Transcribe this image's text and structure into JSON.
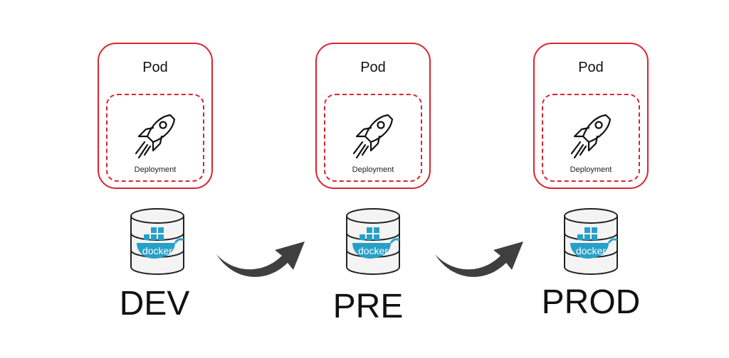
{
  "stages": [
    {
      "pod_title": "Pod",
      "deployment_label": "Deployment",
      "env_label": "DEV"
    },
    {
      "pod_title": "Pod",
      "deployment_label": "Deployment",
      "env_label": "PRE"
    },
    {
      "pod_title": "Pod",
      "deployment_label": "Deployment",
      "env_label": "PROD"
    }
  ],
  "db_logo_text": "docker",
  "colors": {
    "accent": "#d9252f",
    "arrow": "#3f3f3f",
    "docker_blue": "#27a0c9"
  },
  "icons": [
    "rocket-icon",
    "docker-database-icon",
    "curved-arrow-icon"
  ]
}
